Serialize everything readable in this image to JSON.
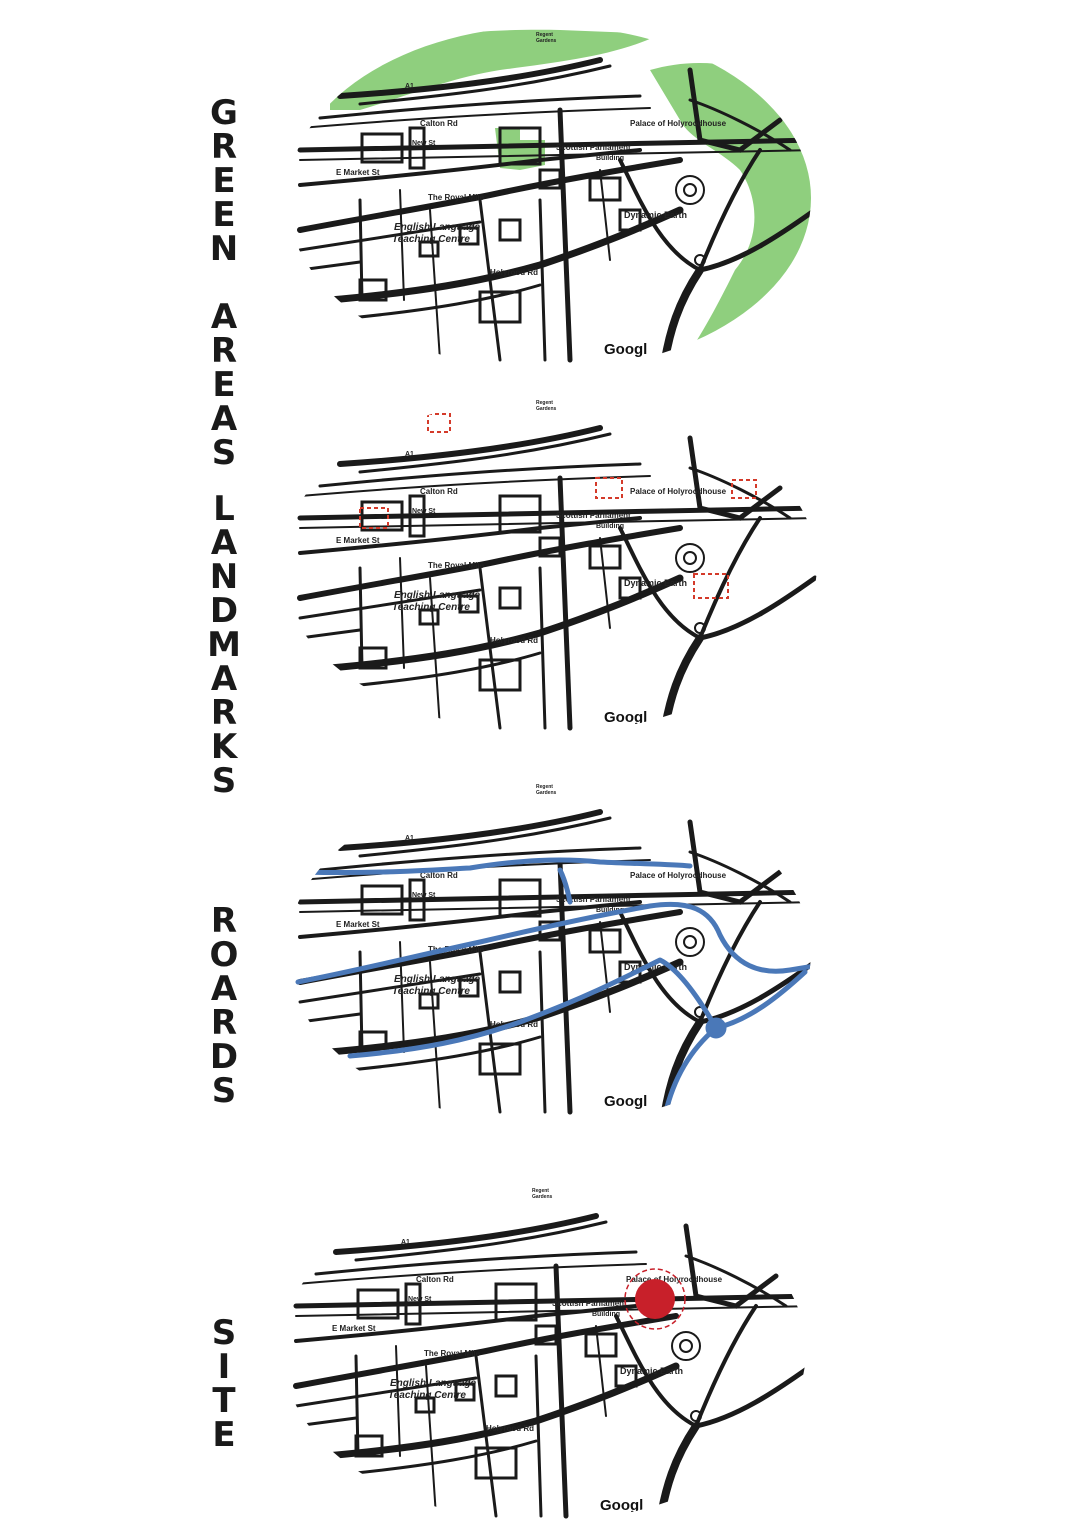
{
  "panels": [
    {
      "id": "green",
      "title": "GREEN AREAS"
    },
    {
      "id": "landmarks",
      "title": "LANDMARKS"
    },
    {
      "id": "roads",
      "title": "ROARDS"
    },
    {
      "id": "site",
      "title": "SITE"
    }
  ],
  "map_labels": {
    "regent_gardens_line1": "Regent",
    "regent_gardens_line2": "Gardens",
    "a1": "A1",
    "calton_rd": "Calton Rd",
    "e_market_st": "E Market St",
    "new_st": "New St",
    "royal_mile": "The Royal Mile",
    "palace": "Palace of Holyroodhouse",
    "parliament_line1": "Scottish Parliament",
    "parliament_line2": "Building",
    "dynamic_earth": "Dynamic Earth",
    "eltc_line1": "English Language",
    "eltc_line2": "Teaching Centre",
    "holyrood_rd": "Holyrood Rd",
    "google": "Googl"
  },
  "colors": {
    "green_area": "#8fcf7e",
    "landmark_marker": "#d43a2a",
    "road_highlight": "#4a78b8",
    "site_marker": "#c8202a",
    "ink": "#1a1a1a"
  }
}
